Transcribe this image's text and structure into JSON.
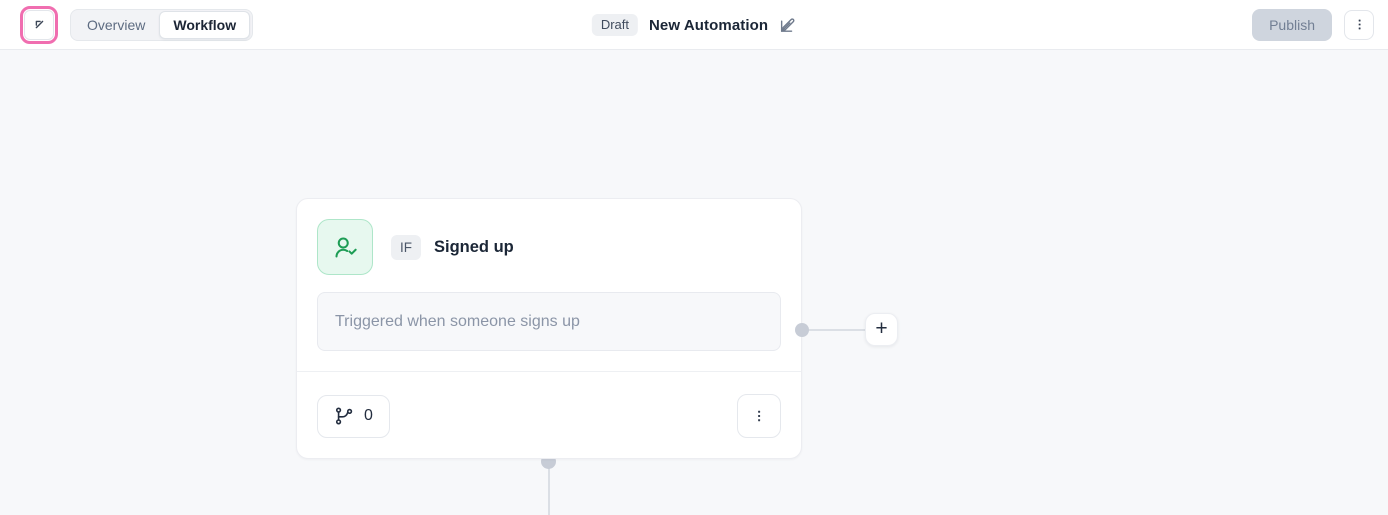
{
  "header": {
    "back_icon": "arrow-up-left",
    "tabs": [
      {
        "label": "Overview",
        "active": false
      },
      {
        "label": "Workflow",
        "active": true
      }
    ],
    "status_badge": "Draft",
    "title": "New Automation",
    "edit_icon": "pencil-square",
    "publish_label": "Publish",
    "menu_icon": "kebab-vertical"
  },
  "workflow": {
    "trigger_card": {
      "icon": "user-check",
      "condition_badge": "IF",
      "title": "Signed up",
      "description_placeholder": "Triggered when someone signs up",
      "branch_icon": "git-branch",
      "branch_count": "0",
      "menu_icon": "kebab-vertical"
    },
    "add_step_label": "+"
  },
  "colors": {
    "highlight_ring": "#f06eb0",
    "trigger_green": "#1d9d55",
    "trigger_green_bg": "#e7f8ef",
    "canvas_bg": "#f7f8fa",
    "connector": "#c7ccd6",
    "publish_disabled_bg": "#cfd5de"
  }
}
